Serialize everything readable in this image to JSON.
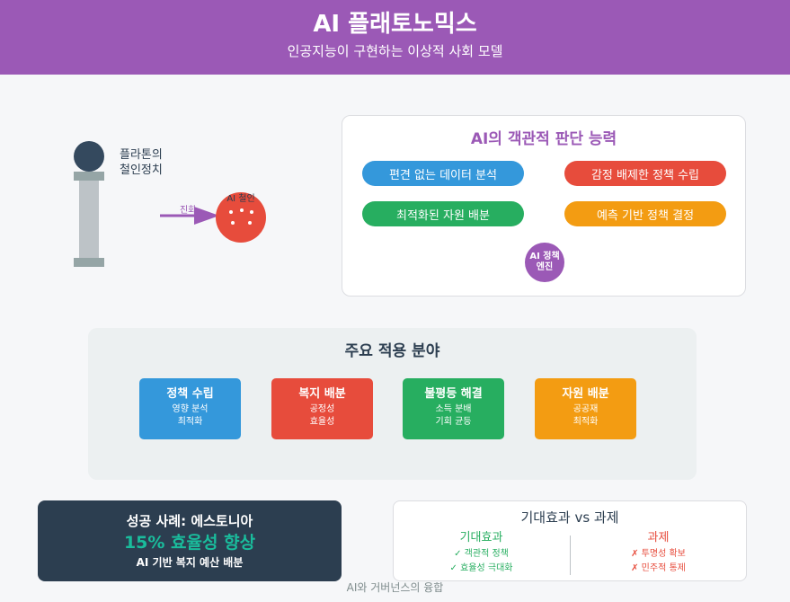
{
  "header": {
    "title": "AI 플래토노믹스",
    "subtitle": "인공지능이 구현하는 이상적 사회 모델"
  },
  "origin": {
    "plato_label_line1": "플라톤의",
    "plato_label_line2": "철인정치",
    "evolution_label": "진화",
    "ai_king_label": "AI 철인"
  },
  "capabilities": {
    "title": "AI의 객관적 판단 능력",
    "items": [
      {
        "label": "편견 없는 데이터 분석",
        "color": "#3498db"
      },
      {
        "label": "감정 배제한 정책 수립",
        "color": "#e74c3c"
      },
      {
        "label": "최적화된 자원 배분",
        "color": "#27ae60"
      },
      {
        "label": "예측 기반 정책 결정",
        "color": "#f39c12"
      }
    ],
    "engine_line1": "AI 정책",
    "engine_line2": "엔진"
  },
  "areas": {
    "title": "주요 적용 분야",
    "items": [
      {
        "title": "정책 수립",
        "sub1": "영향 분석",
        "sub2": "최적화",
        "color": "#3498db"
      },
      {
        "title": "복지 배분",
        "sub1": "공정성",
        "sub2": "효율성",
        "color": "#e74c3c"
      },
      {
        "title": "불평등 해결",
        "sub1": "소득 분배",
        "sub2": "기회 균등",
        "color": "#27ae60"
      },
      {
        "title": "자원 배분",
        "sub1": "공공재",
        "sub2": "최적화",
        "color": "#f39c12"
      }
    ]
  },
  "success": {
    "title": "성공 사례: 에스토니아",
    "metric": "15% 효율성 향상",
    "desc": "AI 기반 복지 예산 배분"
  },
  "effects_vs_challenges": {
    "title": "기대효과 vs 과제",
    "effects_head": "기대효과",
    "effects": [
      "✓ 객관적 정책",
      "✓ 효율성 극대화"
    ],
    "challenges_head": "과제",
    "challenges": [
      "✗ 투명성 확보",
      "✗ 민주적 통제"
    ]
  },
  "footer": "AI와 거버넌스의 융합"
}
